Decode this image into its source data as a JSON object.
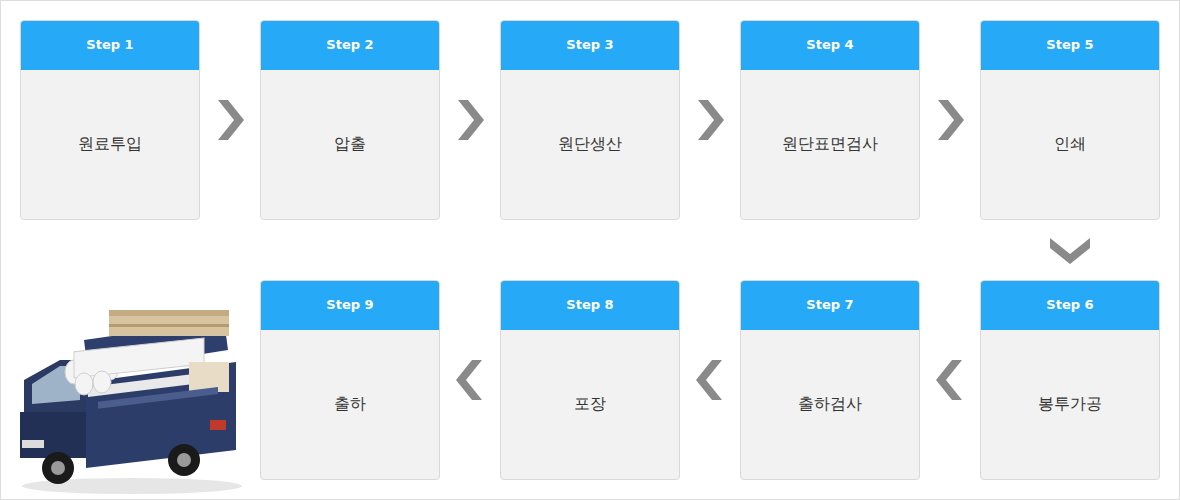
{
  "diagram": {
    "nodes": [
      {
        "text": [
          "Step 1",
          "원료투입"
        ]
      },
      {
        "text": [
          "Step 2",
          "압출"
        ]
      },
      {
        "text": [
          "Step 3",
          "원단생산"
        ]
      },
      {
        "text": [
          "Step 4",
          "원단표면검사"
        ]
      },
      {
        "text": [
          "Step 5",
          "인쇄"
        ]
      },
      {
        "text": [
          "Step 6",
          "봉투가공"
        ]
      },
      {
        "text": [
          "Step 7",
          "출하검사"
        ]
      },
      {
        "text": [
          "Step 8",
          "포장"
        ]
      },
      {
        "text": [
          "Step 9",
          "출하"
        ]
      }
    ],
    "edges": [
      {
        "from": 0,
        "to": 1,
        "arrow": "to"
      },
      {
        "from": 1,
        "to": 2,
        "arrow": "to"
      },
      {
        "from": 2,
        "to": 3,
        "arrow": "to"
      },
      {
        "from": 3,
        "to": 4,
        "arrow": "to"
      },
      {
        "from": 4,
        "to": 5,
        "arrow": "to"
      },
      {
        "from": 5,
        "to": 6,
        "arrow": "to"
      },
      {
        "from": 6,
        "to": 7,
        "arrow": "to"
      },
      {
        "from": 7,
        "to": 8,
        "arrow": "to"
      }
    ]
  }
}
